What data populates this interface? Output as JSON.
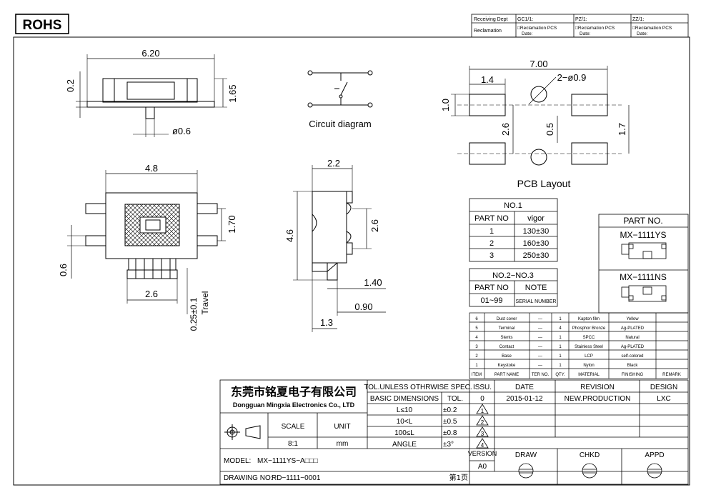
{
  "rohs": "ROHS",
  "top_table": {
    "receiving_dept": "Receiving Dept",
    "gc": "GC1/1:",
    "pz": "PZ/1:",
    "zz": "ZZ/1:",
    "reclamation": "Reclamation",
    "recl_pcs": "□Reclamation  PCS",
    "date": "Date:"
  },
  "dims": {
    "w620": "6.20",
    "h02": "0.2",
    "h165": "1.65",
    "d06": "ø0.6",
    "w48": "4.8",
    "h170": "1.70",
    "h06": "0.6",
    "w26": "2.6",
    "travel_val": "0.25±0.1",
    "travel": "Travel",
    "w22": "2.2",
    "h46": "4.6",
    "h26": "2.6",
    "w140": "1.40",
    "w090": "0.90",
    "w13": "1.3",
    "pcb_700": "7.00",
    "pcb_14": "1.4",
    "pcb_hole": "2−ø0.9",
    "pcb_10": "1.0",
    "pcb_26": "2.6",
    "pcb_05": "0.5",
    "pcb_17": "1.7"
  },
  "circuit_label": "Circuit diagram",
  "pcb_label": "PCB Layout",
  "force_table": {
    "title": "NO.1",
    "headers": [
      "PART  NO",
      "vigor"
    ],
    "rows": [
      [
        "1",
        "130±30"
      ],
      [
        "2",
        "160±30"
      ],
      [
        "3",
        "250±30"
      ]
    ]
  },
  "serial_table": {
    "title": "NO.2−NO.3",
    "headers": [
      "PART  NO",
      "NOTE"
    ],
    "row": [
      "01~99",
      "SERIAL NUMBER"
    ]
  },
  "part_no": {
    "title": "PART  NO.",
    "p1": "MX−1111YS",
    "p2": "MX−1111NS"
  },
  "bom": {
    "rows": [
      [
        "6",
        "Dust cover",
        "—",
        "1",
        "Kapton film",
        "Yellow",
        ""
      ],
      [
        "5",
        "Terminal",
        "—",
        "4",
        "Phosphor Bronze",
        "Ag-PLATED",
        ""
      ],
      [
        "4",
        "Stents",
        "—",
        "1",
        "SPCC",
        "Natural",
        ""
      ],
      [
        "3",
        "Contact",
        "—",
        "1",
        "Stainless Steel",
        "Ag-PLATED",
        ""
      ],
      [
        "2",
        "Base",
        "—",
        "1",
        "LCP",
        "self-colored",
        ""
      ],
      [
        "1",
        "Keystoke",
        "—",
        "1",
        "Nylon",
        "Black",
        ""
      ]
    ],
    "headers": [
      "ITEM",
      "PART NAME",
      "TER NO.",
      "QTY.",
      "MATERIAL",
      "FINISHING",
      "REMARK"
    ]
  },
  "title_block": {
    "company_cn": "东莞市铭夏电子有限公司",
    "company_en": "Dongguan Mingxia Electronics Co., LTD",
    "tol_head": "TOL.UNLESS OTHRWISE SPEC.",
    "basic_dim": "BASIC DIMENSIONS",
    "tol": "TOL.",
    "tol_rows": [
      [
        "L≤10",
        "±0.2"
      ],
      [
        "10<L",
        "±0.5"
      ],
      [
        "100≤L",
        "±0.8"
      ],
      [
        "ANGLE",
        "±3°"
      ]
    ],
    "scale": "SCALE",
    "unit": "UNIT",
    "scale_val": "8:1",
    "unit_val": "mm",
    "issu": "ISSU.",
    "date": "DATE",
    "revision": "REVISION",
    "design": "DESIGN",
    "issu_val": "0",
    "date_val": "2015-01-12",
    "revision_val": "NEW.PRODUCTION",
    "design_val": "LXC",
    "rev_marks": [
      "1",
      "2",
      "3",
      "4"
    ],
    "version": "VERSION",
    "version_val": "A0",
    "draw": "DRAW",
    "chkd": "CHKD",
    "appd": "APPD",
    "model_label": "MODEL:",
    "model_val": "MX−1111YS−A□□□",
    "drawing_no_label": "DRAWING NO:",
    "drawing_no_val": "RD−1111−0001",
    "page": "第1页"
  }
}
